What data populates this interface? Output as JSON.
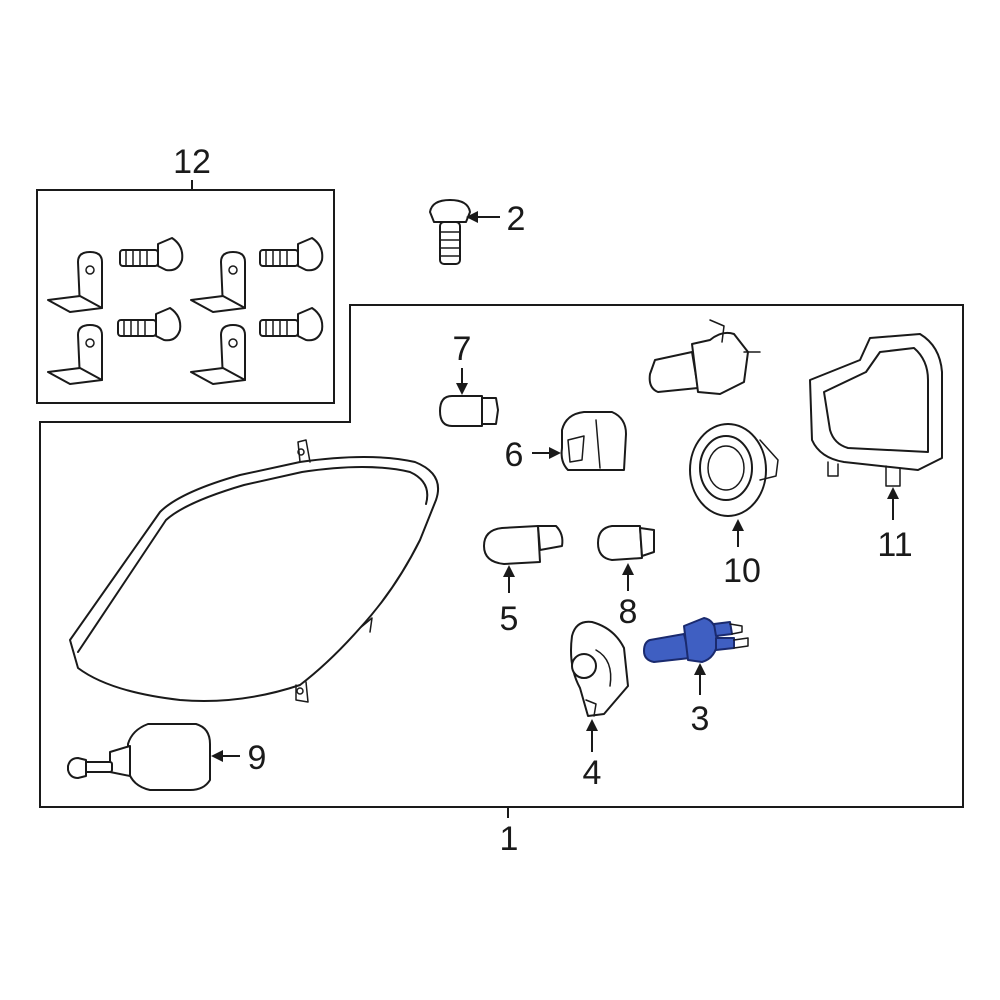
{
  "callouts": {
    "c1": "1",
    "c2": "2",
    "c3": "3",
    "c4": "4",
    "c5": "5",
    "c6": "6",
    "c7": "7",
    "c8": "8",
    "c9": "9",
    "c10": "10",
    "c11": "11",
    "c12": "12"
  },
  "highlighted_part": "3",
  "colors": {
    "highlight": "#3f5fc2",
    "line": "#1a1a1a",
    "background": "#ffffff"
  }
}
